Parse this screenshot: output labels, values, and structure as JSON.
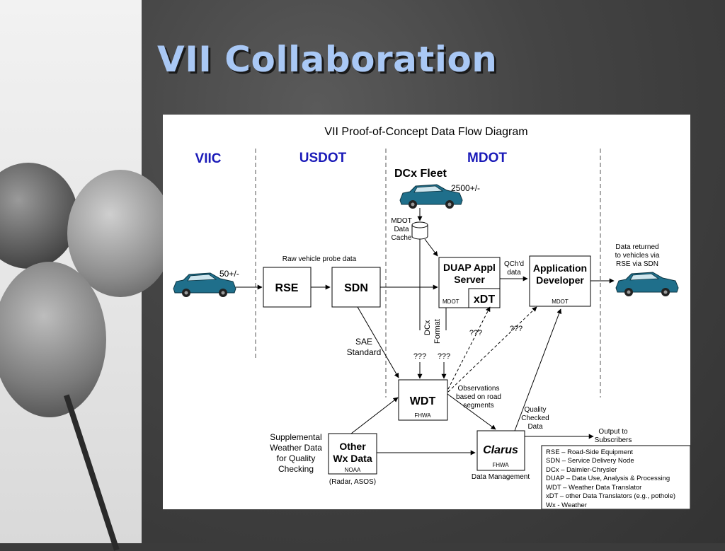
{
  "slide": {
    "title": "VII Collaboration"
  },
  "diagram": {
    "title": "VII Proof-of-Concept Data Flow Diagram",
    "columns": {
      "viic": "VIIC",
      "usdot": "USDOT",
      "mdot": "MDOT"
    },
    "fleet": {
      "label": "DCx Fleet",
      "count": "2500+/-"
    },
    "left_vehicle_count": "50+/-",
    "cache": {
      "line1": "MDOT",
      "line2": "Data",
      "line3": "Cache"
    },
    "rse": {
      "label": "RSE"
    },
    "sdn": {
      "label": "SDN"
    },
    "raw_probe_label": "Raw vehicle probe data",
    "duap": {
      "line1": "DUAP Appl",
      "line2": "Server",
      "owner": "MDOT",
      "xdt": "xDT"
    },
    "qchd": {
      "line1": "QCh'd",
      "line2": "data"
    },
    "app_dev": {
      "line1": "Application",
      "line2": "Developer",
      "owner": "MDOT"
    },
    "data_returned": {
      "line1": "Data returned",
      "line2": "to vehicles via",
      "line3": "RSE via SDN"
    },
    "sae": {
      "line1": "SAE",
      "line2": "Standard"
    },
    "dcx_format": {
      "line1": "DCx",
      "line2": "Format"
    },
    "unknown": "???",
    "wdt": {
      "label": "WDT",
      "owner": "FHWA"
    },
    "observations": {
      "line1": "Observations",
      "line2": "based on road",
      "line3": "segments"
    },
    "quality_checked": {
      "line1": "Quality",
      "line2": "Checked",
      "line3": "Data"
    },
    "output": {
      "line1": "Output to",
      "line2": "Subscribers"
    },
    "supplemental": {
      "line1": "Supplemental",
      "line2": "Weather Data",
      "line3": "for Quality",
      "line4": "Checking"
    },
    "other_wx": {
      "line1": "Other",
      "line2": "Wx Data",
      "owner": "NOAA",
      "note": "(Radar, ASOS)"
    },
    "clarus": {
      "label": "Clarus",
      "owner": "FHWA",
      "caption": "Data Management"
    },
    "legend": [
      "RSE – Road-Side Equipment",
      "SDN – Service Delivery Node",
      "DCx – Daimler-Chrysler",
      "DUAP – Data Use, Analysis & Processing",
      "WDT – Weather Data Translator",
      "xDT – other Data Translators (e.g., pothole)",
      "Wx - Weather"
    ]
  },
  "colors": {
    "column_header": "#1a1ab8",
    "title": "#a9c8f5",
    "vehicle": "#1f6f8b"
  }
}
